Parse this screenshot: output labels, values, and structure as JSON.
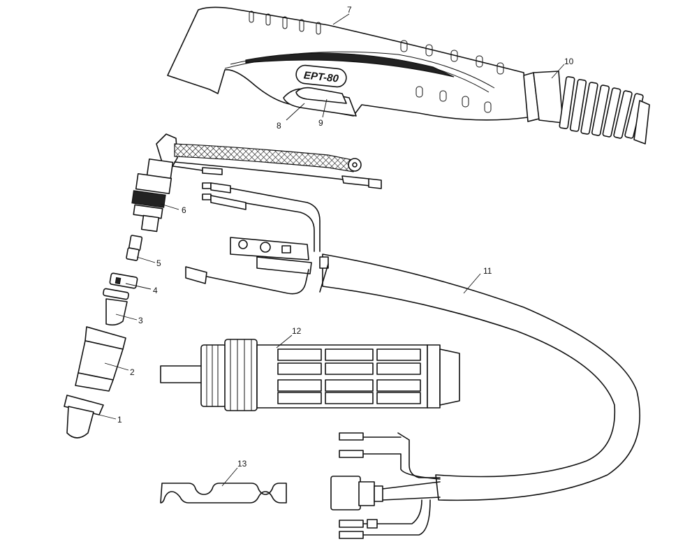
{
  "diagram": {
    "brand_logo": "EPT-80",
    "callouts": {
      "1": "1",
      "2": "2",
      "3": "3",
      "4": "4",
      "5": "5",
      "6": "6",
      "7": "7",
      "8": "8",
      "9": "9",
      "10": "10",
      "11": "11",
      "12": "12",
      "13": "13"
    }
  }
}
